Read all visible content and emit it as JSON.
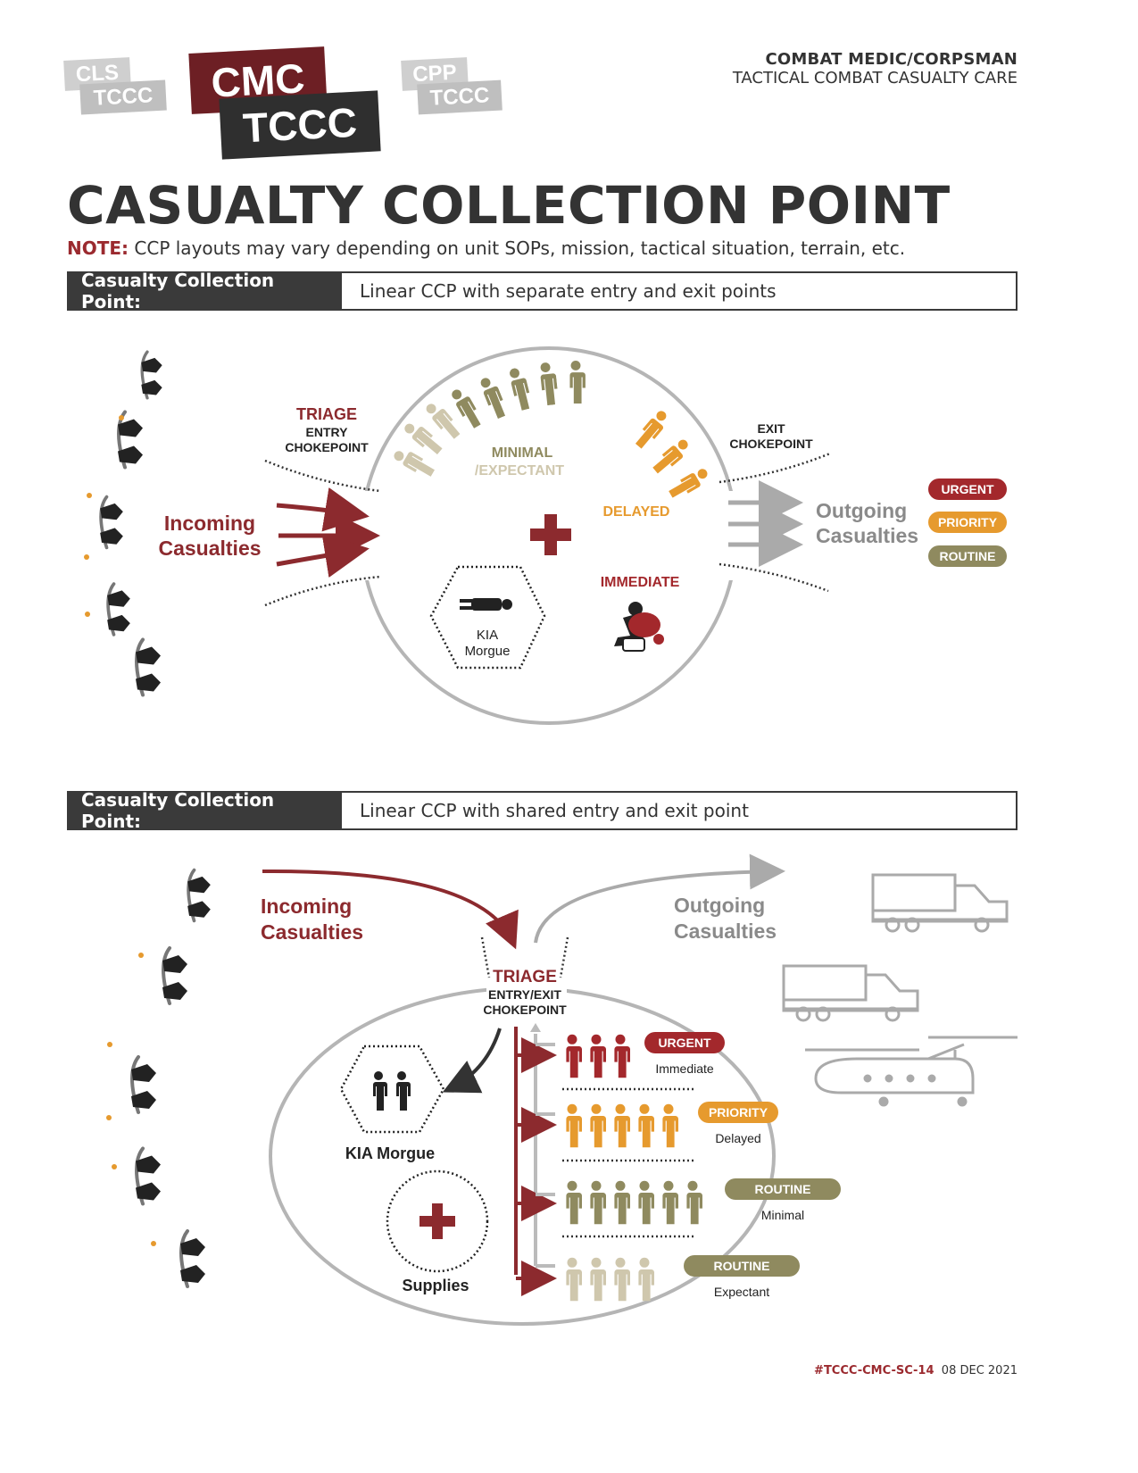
{
  "colors": {
    "maroon": "#8c2a2e",
    "urgent": "#a3282c",
    "priority": "#e69a2e",
    "routine": "#8f8a5f",
    "expectant": "#cfc7ad",
    "gray": "#a9a9a9",
    "dark": "#3a3a3a"
  },
  "logo": {
    "cls": [
      "CLS",
      "TCCC"
    ],
    "cmc": [
      "CMC",
      "TCCC"
    ],
    "cpp": [
      "CPP",
      "TCCC"
    ]
  },
  "header": {
    "line1": "COMBAT MEDIC/CORPSMAN",
    "line2": "TACTICAL COMBAT CASUALTY CARE"
  },
  "title": "CASUALTY COLLECTION POINT",
  "note": {
    "label": "NOTE:",
    "text": " CCP layouts may vary depending on unit SOPs, mission, tactical situation, terrain, etc."
  },
  "section1": {
    "label": "Casualty Collection Point:",
    "value": "Linear CCP with separate entry and exit points",
    "diagram": {
      "incoming": [
        "Incoming",
        "Casualties"
      ],
      "triage": "TRIAGE",
      "entry": [
        "ENTRY",
        "CHOKEPOINT"
      ],
      "minimal": [
        "MINIMAL",
        "/EXPECTANT"
      ],
      "delayed": "DELAYED",
      "immediate": "IMMEDIATE",
      "kia": [
        "KIA",
        "Morgue"
      ],
      "exit": [
        "EXIT",
        "CHOKEPOINT"
      ],
      "outgoing": [
        "Outgoing",
        "Casualties"
      ],
      "badges": [
        "URGENT",
        "PRIORITY",
        "ROUTINE"
      ]
    }
  },
  "section2": {
    "label": "Casualty Collection Point:",
    "value": "Linear CCP with shared entry and exit point",
    "diagram": {
      "incoming": [
        "Incoming",
        "Casualties"
      ],
      "outgoing": [
        "Outgoing",
        "Casualties"
      ],
      "triage": "TRIAGE",
      "chokepoint": [
        "ENTRY/EXIT",
        "CHOKEPOINT"
      ],
      "kia": "KIA Morgue",
      "supplies": "Supplies",
      "rows": [
        {
          "badge": "URGENT",
          "sub": "Immediate",
          "count": 3
        },
        {
          "badge": "PRIORITY",
          "sub": "Delayed",
          "count": 5
        },
        {
          "badge": "ROUTINE",
          "sub": "Minimal",
          "count": 6
        },
        {
          "badge": "ROUTINE",
          "sub": "Expectant",
          "count": 4
        }
      ]
    }
  },
  "footer": {
    "code": "#TCCC-CMC-SC-14",
    "date": "08 DEC 2021"
  }
}
